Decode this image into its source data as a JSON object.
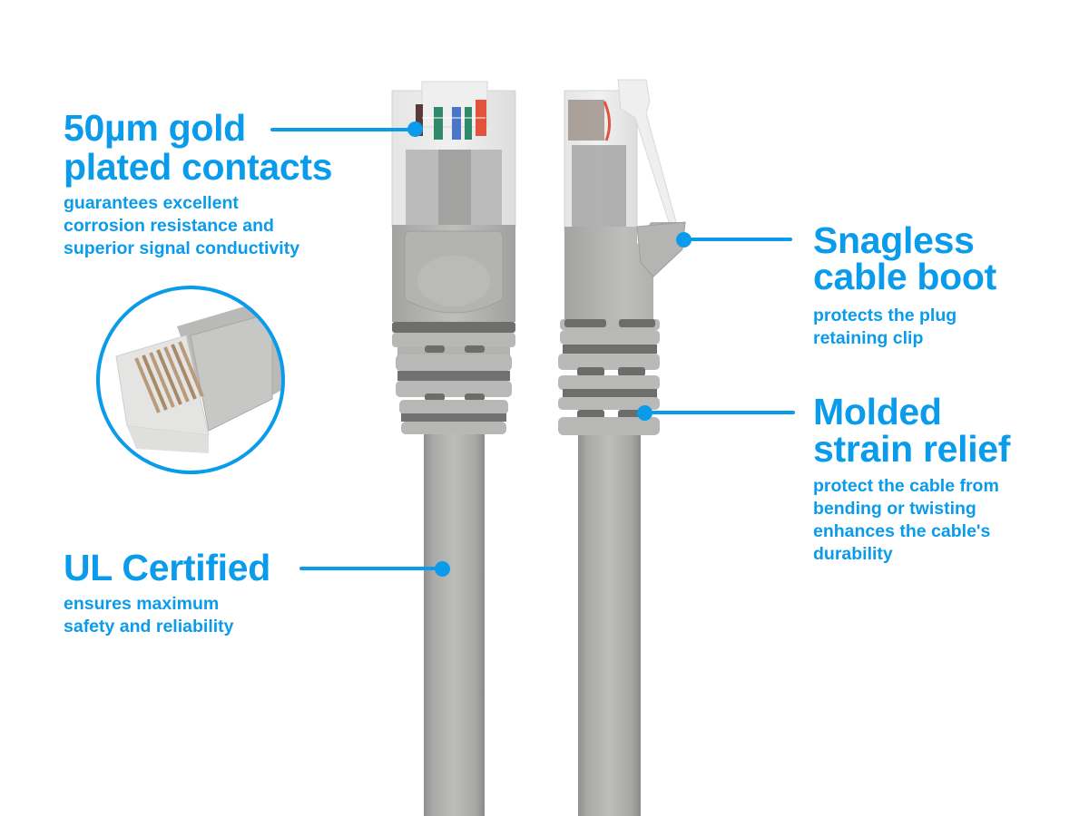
{
  "features": [
    {
      "id": "gold-contacts",
      "title_lines": [
        "50µm gold",
        "plated contacts"
      ],
      "description_lines": [
        "guarantees excellent",
        "corrosion resistance and",
        "superior signal conductivity"
      ]
    },
    {
      "id": "snagless-boot",
      "title_lines": [
        "Snagless",
        "cable boot"
      ],
      "description_lines": [
        "protects the plug",
        "retaining clip"
      ]
    },
    {
      "id": "strain-relief",
      "title_lines": [
        "Molded",
        "strain relief"
      ],
      "description_lines": [
        "protect the cable from",
        "bending or twisting",
        "enhances the cable's",
        "durability"
      ]
    },
    {
      "id": "ul-certified",
      "title_lines": [
        "UL Certified"
      ],
      "description_lines": [
        "ensures maximum",
        "safety and reliability"
      ]
    }
  ],
  "colors": {
    "accent": "#0a9bea",
    "cable": "#b4b5b3",
    "background": "#ffffff"
  },
  "product": {
    "type": "RJ45 Ethernet patch cable",
    "connector_wire_colors": [
      "#5a3a36",
      "#2f8a6a",
      "#4a76c8",
      "#2f8a6a",
      "#e2533c"
    ]
  }
}
